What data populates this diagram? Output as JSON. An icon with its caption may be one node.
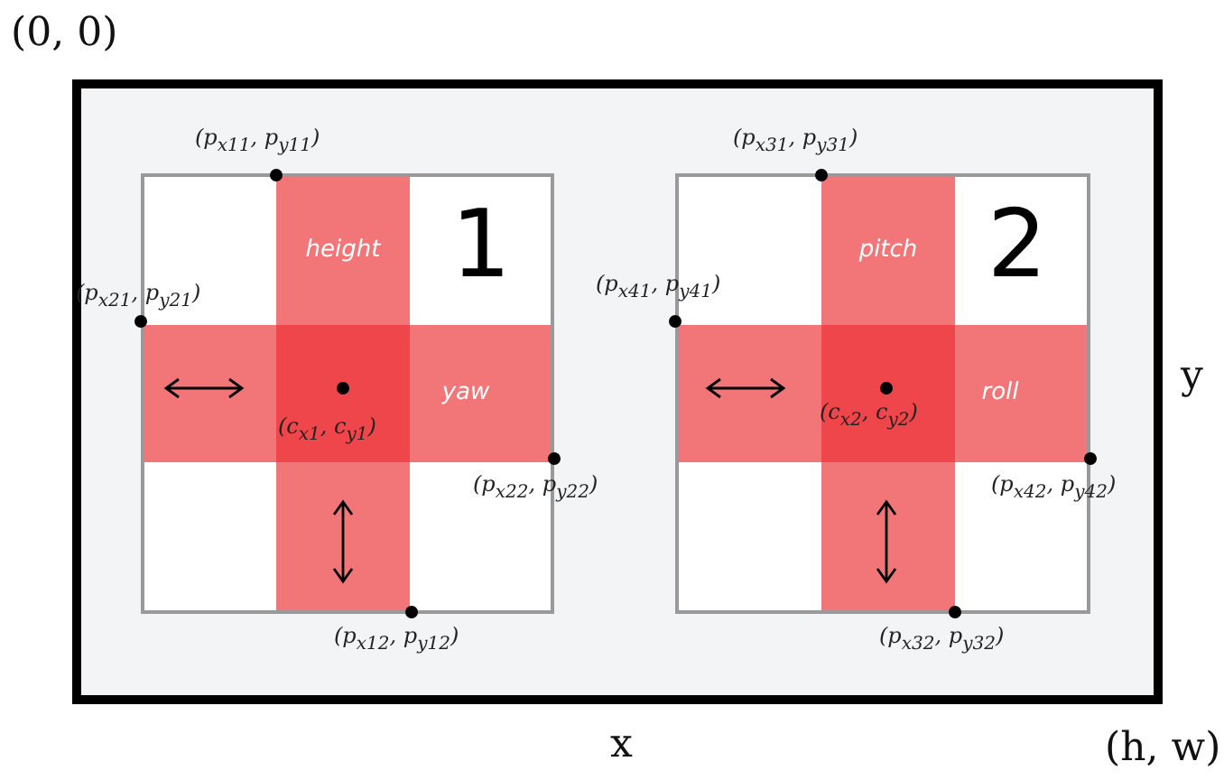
{
  "diagram": {
    "nodes": [
      {
        "text": [],
        "shape": "box"
      },
      {
        "text": [
          "1"
        ],
        "in": 0
      },
      {
        "text": [
          "height"
        ],
        "in": 1
      },
      {
        "text": [
          "yaw"
        ],
        "in": 1
      },
      {
        "text": [
          "2"
        ],
        "in": 0
      },
      {
        "text": [
          "pitch"
        ],
        "in": 4
      },
      {
        "text": [
          "roll"
        ],
        "in": 4
      }
    ],
    "edges": [],
    "labels": [
      "(0, 0)",
      "(p$_{x11}$, p$_{y11}$)",
      "(p$_{x31}$, p$_{y31}$)",
      "(p$_{x21}$, p$_{y21}$)",
      "(p$_{x41}$, p$_{y41}$)",
      "y",
      "(c$_{x1}$, c$_{y1}$)",
      "(c$_{x2}$, c$_{y2}$)",
      "(p$_{x22}$, p$_{y22}$)",
      "(p$_{x42}$, p$_{y42}$)",
      "(p$_{x12}$, p$_{y12}$)",
      "(p$_{x32}$, p$_{y32}$)",
      "x",
      "(h, w)"
    ]
  }
}
